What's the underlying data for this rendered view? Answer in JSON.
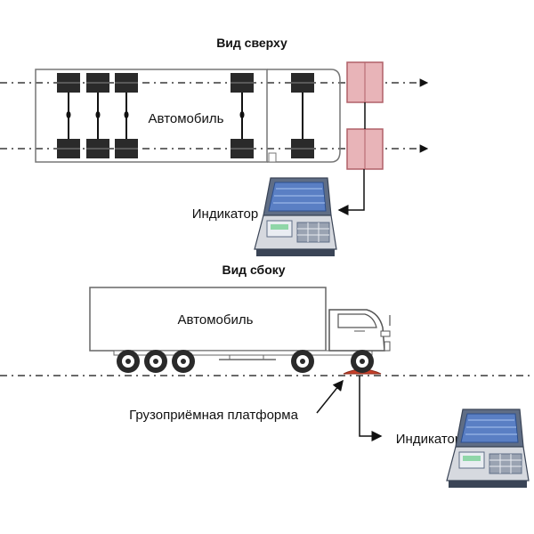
{
  "top_view": {
    "title": "Вид сверху",
    "vehicle_label": "Автомобиль",
    "indicator_label": "Индикатор"
  },
  "side_view": {
    "title": "Вид сбоку",
    "vehicle_label": "Автомобиль",
    "platform_label": "Грузоприёмная платформа",
    "indicator_label": "Индикатор"
  },
  "colors": {
    "platform_fill": "#e8b4b8",
    "platform_stroke": "#b06068",
    "wheel": "#2a2a2a",
    "laptop_body": "#5f6d85",
    "laptop_screen": "#5a7fc4",
    "ground_pad": "#c8402a"
  }
}
